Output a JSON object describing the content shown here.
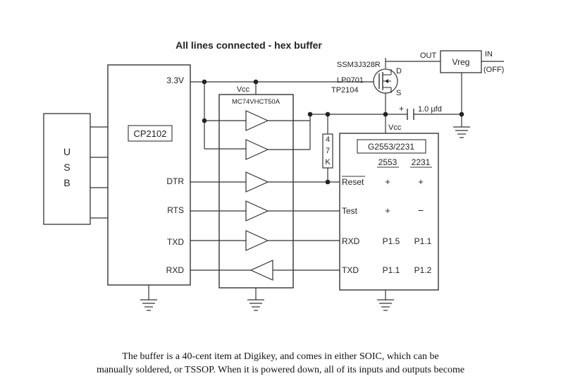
{
  "title": "All lines connected - hex buffer",
  "usb": {
    "letters": [
      "U",
      "S",
      "B"
    ]
  },
  "cp2102": {
    "name": "CP2102",
    "supply": "3.3V",
    "pins": [
      "DTR",
      "RTS",
      "TXD",
      "RXD"
    ]
  },
  "buffer": {
    "part": "MC74VHCT50A",
    "vcc": "Vcc"
  },
  "resistor": "47K",
  "mosfet": {
    "parts": [
      "SSM3J328R",
      "LP0701",
      "TP2104"
    ],
    "drain": "D",
    "source": "S"
  },
  "vreg": {
    "name": "Vreg",
    "out": "OUT",
    "in": "IN",
    "in_state": "(OFF)"
  },
  "capacitor": {
    "plus": "+",
    "value": "1.0 µfd"
  },
  "target": {
    "name": "G2553/2231",
    "vcc": "Vcc",
    "col_headers": [
      "2553",
      "2231"
    ],
    "rows": [
      {
        "pin": "Reset",
        "c2553": "+",
        "c2231": "+"
      },
      {
        "pin": "Test",
        "c2553": "+",
        "c2231": "−"
      },
      {
        "pin": "RXD",
        "c2553": "P1.5",
        "c2231": "P1.1"
      },
      {
        "pin": "TXD",
        "c2553": "P1.1",
        "c2231": "P1.2"
      }
    ]
  },
  "caption": [
    "The buffer is a 40-cent item at Digikey, and comes in either SOIC, which can be",
    "manually soldered, or TSSOP.  When it is powered down, all of its inputs and outputs become"
  ]
}
